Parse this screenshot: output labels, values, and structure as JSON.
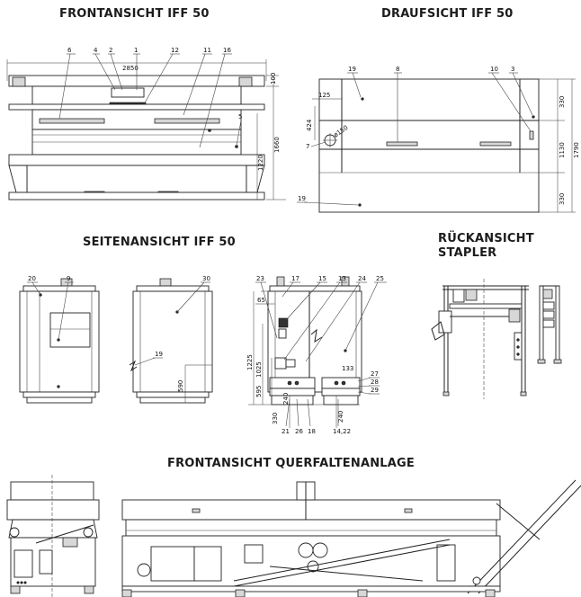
{
  "titles": {
    "front": "FRONTANSICHT IFF 50",
    "top": "DRAUFSICHT IFF 50",
    "side": "SEITENANSICHT IFF 50",
    "rear_line1": "RÜCKANSICHT",
    "rear_line2": "STAPLER",
    "cross": "FRONTANSICHT QUERFALTENANLAGE"
  },
  "front_view": {
    "callouts": [
      "6",
      "4",
      "2",
      "1",
      "12",
      "11",
      "16",
      "5"
    ],
    "dims": {
      "width": "2850",
      "top": "100",
      "h1": "1660",
      "h2": "1220"
    }
  },
  "top_view": {
    "callouts": [
      "19",
      "8",
      "10",
      "3",
      "7",
      "19"
    ],
    "dims": {
      "w": "125",
      "h": "424",
      "dia": "ø150",
      "r1": "330",
      "r2": "1130",
      "r3": "1790",
      "r4": "330"
    }
  },
  "side_view": {
    "callouts": [
      "20",
      "9",
      "30",
      "19",
      "23",
      "17",
      "15",
      "13",
      "24",
      "25",
      "27",
      "28",
      "29",
      "21",
      "26",
      "18",
      "14,22"
    ],
    "dims": {
      "d65": "65",
      "d1225": "1225",
      "d1025": "1025",
      "d595": "595",
      "d590": "590",
      "d330": "330",
      "d240a": "240",
      "d240b": "240",
      "d133": "133"
    }
  }
}
